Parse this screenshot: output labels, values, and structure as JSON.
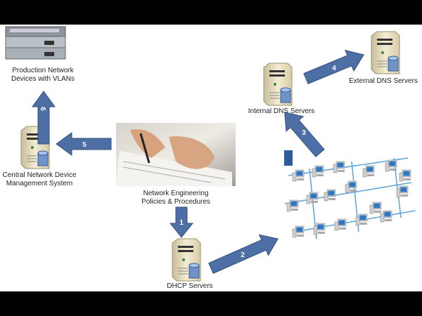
{
  "nodes": {
    "production": "Production Network\nDevices with VLANs",
    "production_l1": "Production Network",
    "production_l2": "Devices with VLANs",
    "central_l1": "Central Network Device",
    "central_l2": "Management System",
    "policies_l1": "Network Engineering",
    "policies_l2": "Policies & Procedures",
    "dhcp": "DHCP Servers",
    "internal_dns": "Internal DNS Servers",
    "external_dns": "External DNS Servers"
  },
  "arrows": [
    "1",
    "2",
    "3",
    "4",
    "5",
    "6"
  ],
  "colors": {
    "arrow": "#4d6fa6",
    "server": "#e9dfc0",
    "db": "#6e93c9"
  }
}
